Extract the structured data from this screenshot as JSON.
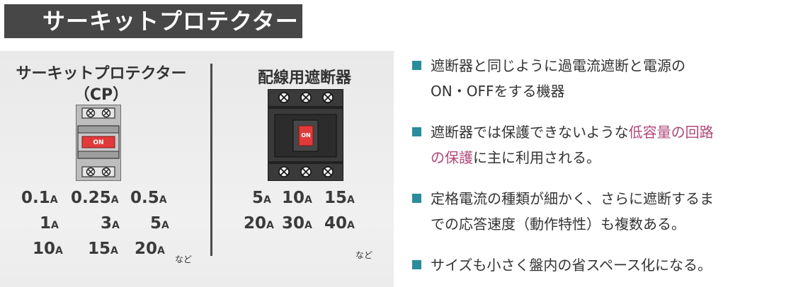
{
  "header": {
    "title": "サーキットプロテクター"
  },
  "left_panel": {
    "circuit_protector": {
      "name": "サーキットプロテクター",
      "abbr": "（CP）",
      "switch_label": "ON",
      "ratings": [
        [
          {
            "num": "0.1",
            "unit": "A"
          },
          {
            "num": "0.25",
            "unit": "A"
          },
          {
            "num": "0.5",
            "unit": "A"
          }
        ],
        [
          {
            "num": "1",
            "unit": "A"
          },
          {
            "num": "3",
            "unit": "A"
          },
          {
            "num": "5",
            "unit": "A"
          }
        ],
        [
          {
            "num": "10",
            "unit": "A"
          },
          {
            "num": "15",
            "unit": "A"
          },
          {
            "num": "20",
            "unit": "A"
          }
        ]
      ],
      "etc": "など"
    },
    "mccb": {
      "name": "配線用遮断器",
      "switch_label": "ON",
      "ratings": [
        [
          {
            "num": "5",
            "unit": "A"
          },
          {
            "num": "10",
            "unit": "A"
          },
          {
            "num": "15",
            "unit": "A"
          }
        ],
        [
          {
            "num": "20",
            "unit": "A"
          },
          {
            "num": "30",
            "unit": "A"
          },
          {
            "num": "40",
            "unit": "A"
          }
        ]
      ],
      "etc": "など"
    }
  },
  "bullets": [
    {
      "lines": [
        [
          {
            "t": "遮断器と同じように過電流遮断と電源の"
          }
        ],
        [
          {
            "t": "ON・OFFをする機器"
          }
        ]
      ]
    },
    {
      "lines": [
        [
          {
            "t": "遮断器では保護できないような"
          },
          {
            "t": "低容量の回路",
            "hl": true
          }
        ],
        [
          {
            "t": "の保護",
            "hl": true
          },
          {
            "t": "に主に利用される。"
          }
        ]
      ]
    },
    {
      "lines": [
        [
          {
            "t": "定格電流の種類が細かく、さらに遮断するま"
          }
        ],
        [
          {
            "t": "での応答速度（動作特性）も複数ある。"
          }
        ]
      ]
    },
    {
      "lines": [
        [
          {
            "t": "サイズも小さく盤内の省スペース化になる。"
          }
        ]
      ]
    }
  ],
  "colors": {
    "bullet": "#2a8c9c",
    "highlight": "#b0487a",
    "switch_red": "#e23a3a"
  }
}
